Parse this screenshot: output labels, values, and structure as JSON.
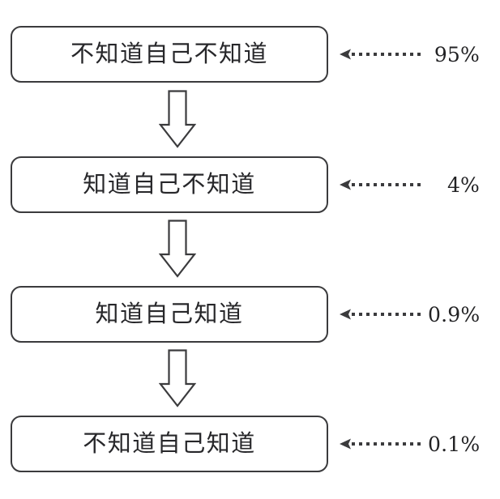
{
  "diagram": {
    "title": "Four stages of competence (Chinese)",
    "ink_color": "#3b3b3d",
    "text_color": "#27272a",
    "background": "#ffffff",
    "stages": [
      {
        "label": "不知道自己不知道",
        "percent": "95%"
      },
      {
        "label": "知道自己不知道",
        "percent": "4%"
      },
      {
        "label": "知道自己知道",
        "percent": "0.9%"
      },
      {
        "label": "不知道自己知道",
        "percent": "0.1%"
      }
    ],
    "connectors": [
      {
        "icon": "down-block-arrow-icon"
      },
      {
        "icon": "down-block-arrow-icon"
      },
      {
        "icon": "down-block-arrow-icon"
      }
    ],
    "callout_icon": "dotted-left-arrow-icon"
  },
  "chart_data": {
    "type": "bar",
    "title": "不知道自己不知道 / 知道自己不知道 / 知道自己知道 / 不知道自己知道",
    "categories": [
      "不知道自己不知道",
      "知道自己不知道",
      "知道自己知道",
      "不知道自己知道"
    ],
    "values": [
      95,
      4,
      0.9,
      0.1
    ],
    "value_labels": [
      "95%",
      "4%",
      "0.9%",
      "0.1%"
    ],
    "xlabel": "",
    "ylabel": "",
    "ylim": [
      0,
      100
    ],
    "grid": false,
    "legend": "none"
  }
}
